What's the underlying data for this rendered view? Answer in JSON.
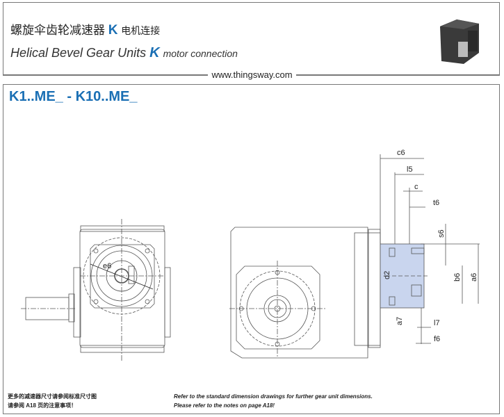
{
  "header": {
    "title_cn": "螺旋伞齿轮减速器",
    "title_cn_k": "K",
    "title_cn_suffix": "电机连接",
    "title_en": "Helical Bevel Gear Units",
    "title_en_k": "K",
    "title_en_suffix": "motor connection",
    "website": "www.thingsway.com"
  },
  "section": {
    "title": "K1..ME_ - K10..ME_"
  },
  "dimensions": {
    "c6": "c6",
    "l5": "l5",
    "c": "c",
    "t6": "t6",
    "s6": "s6",
    "b6": "b6",
    "a6": "a6",
    "d2": "d2",
    "a7": "a7",
    "l7": "l7",
    "f6": "f6",
    "e6": "e6"
  },
  "notes": {
    "cn_line1": "更多的减速器尺寸请参阅标准尺寸图",
    "cn_line2": "请参阅 A18 页的注意事项！",
    "en_line1": "Refer to the standard dimension drawings for further gear unit dimensions.",
    "en_line2": "Please refer to the notes on page A18!"
  },
  "colors": {
    "accent": "#1a6fb4",
    "adapter_fill": "#c9d5ee"
  }
}
